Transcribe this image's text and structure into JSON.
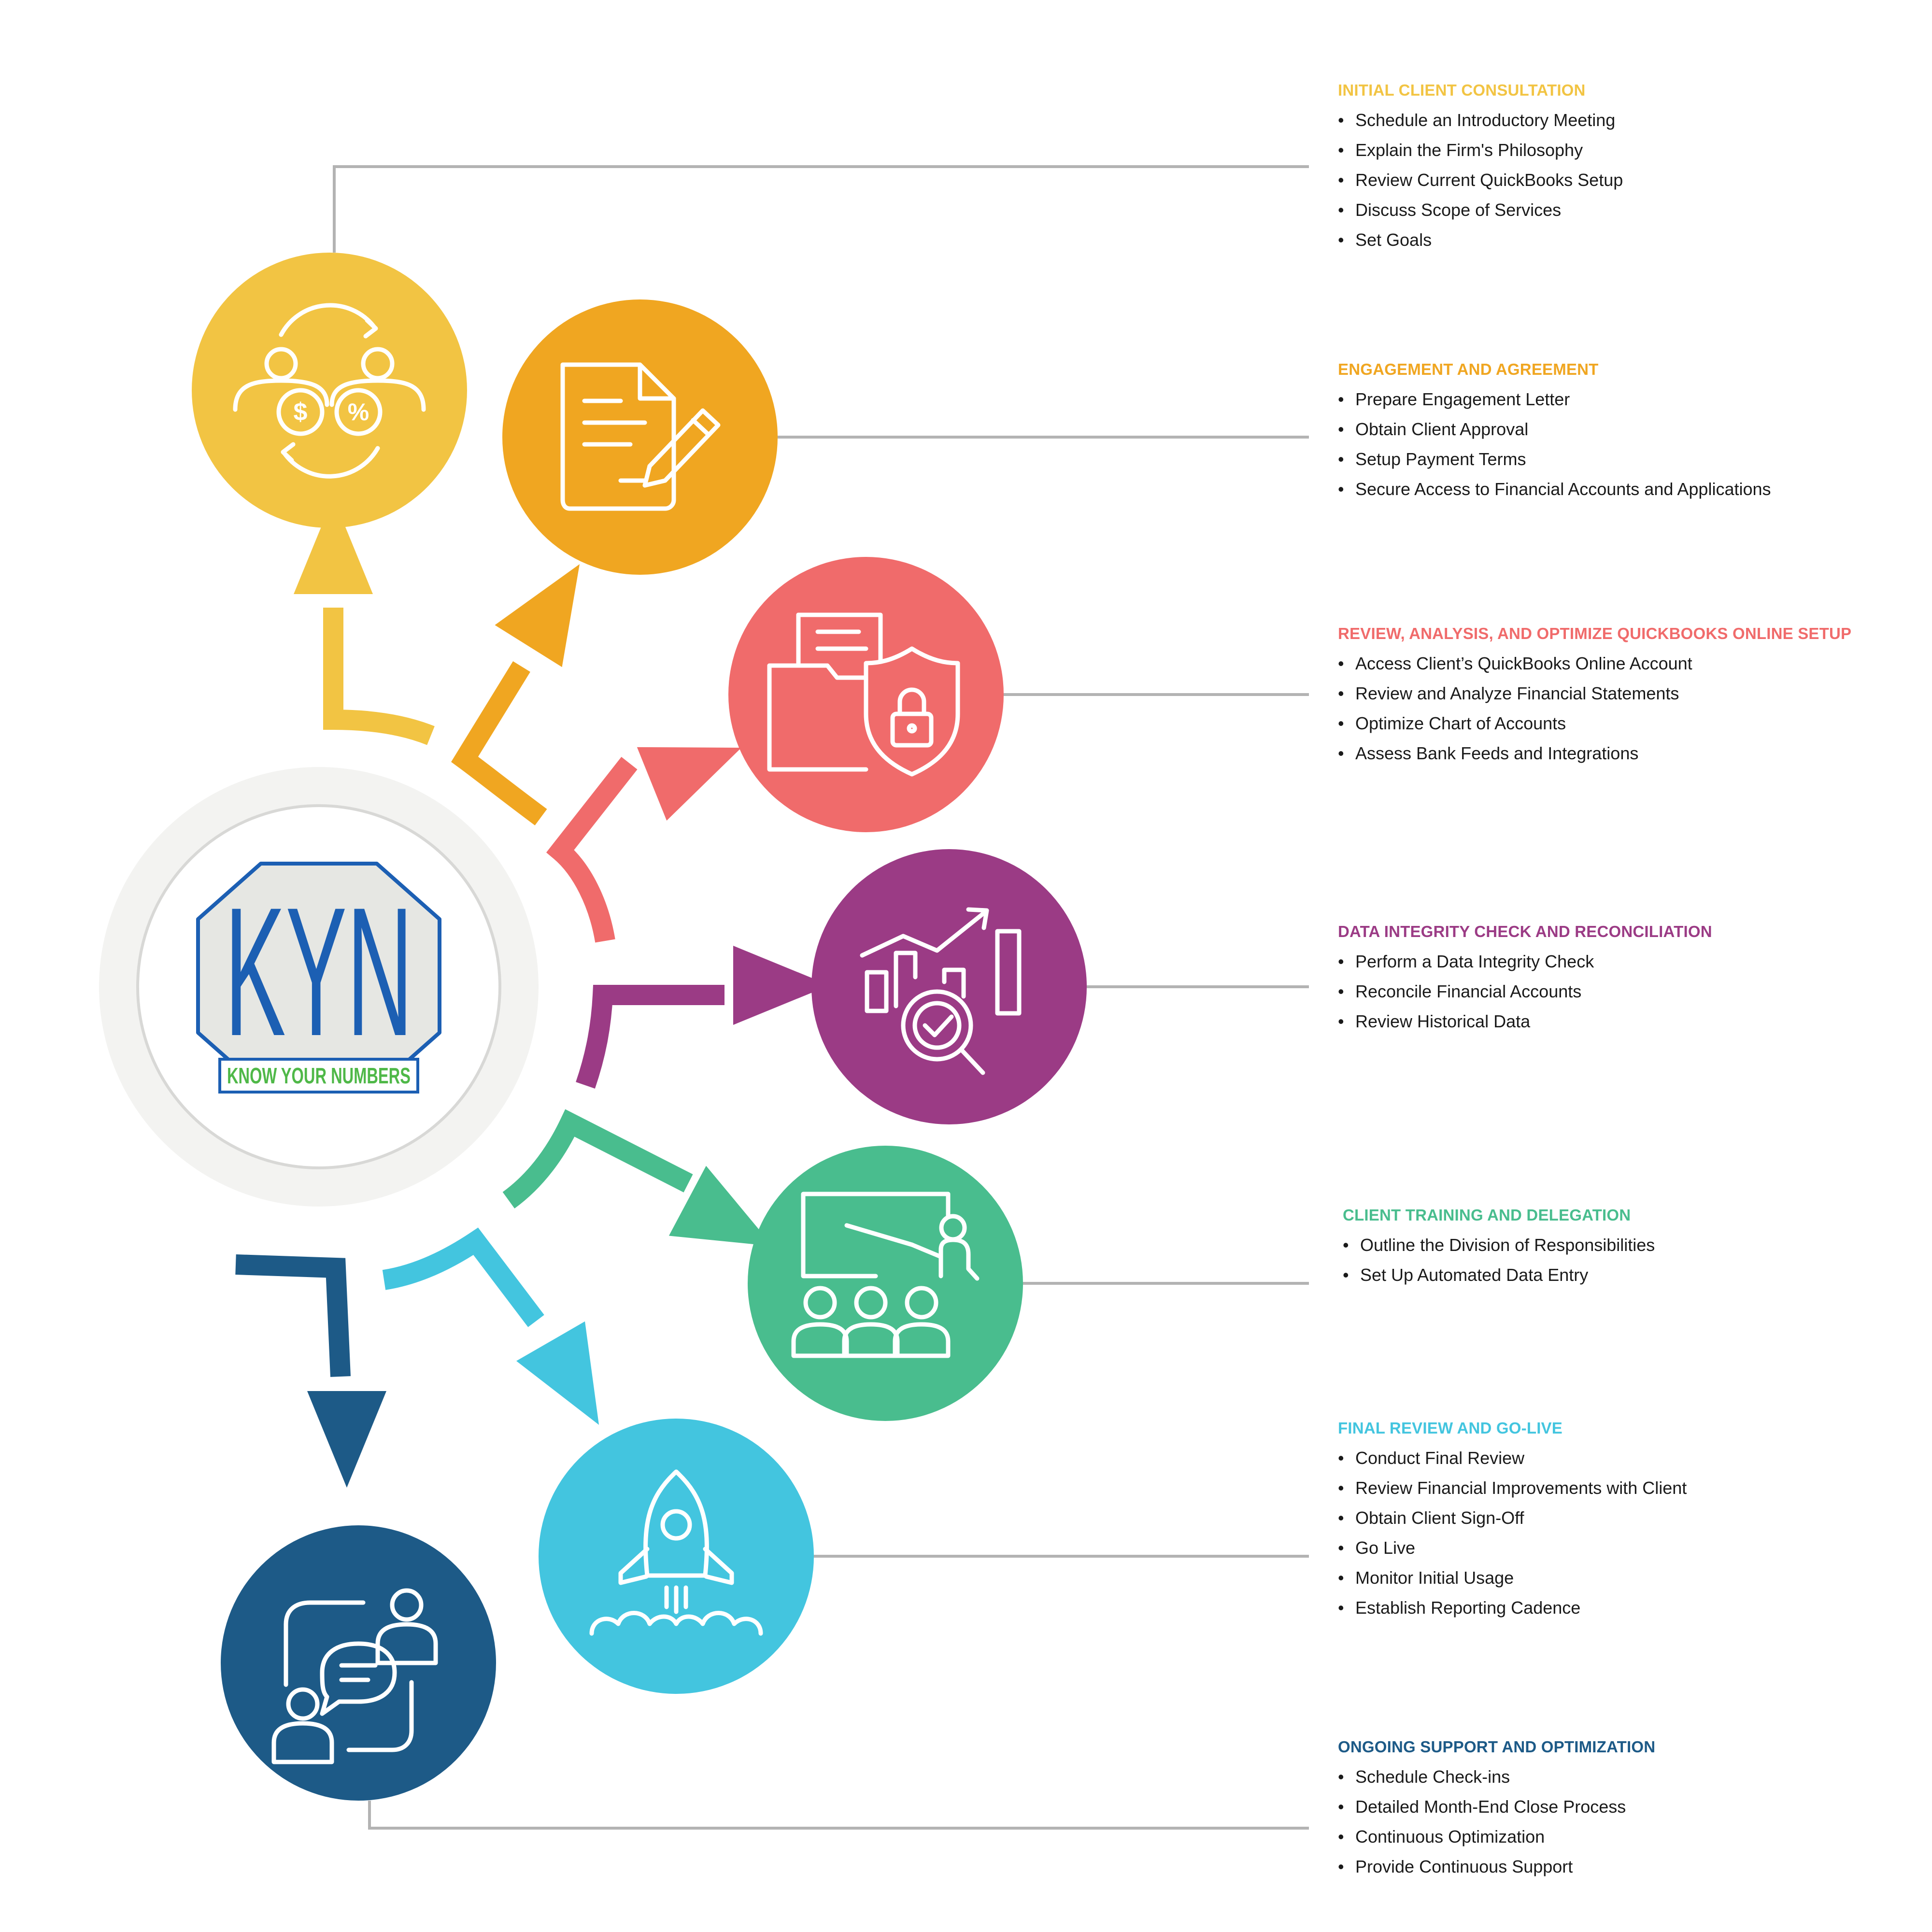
{
  "logo": {
    "letters": "KYN",
    "tagline": "KNOW YOUR NUMBERS",
    "colors": {
      "letters": "#1c5fb3",
      "tagline": "#4fb848",
      "border": "#1c5fb3",
      "fill": "#e6e7e3"
    }
  },
  "steps": [
    {
      "id": "initial-consultation",
      "title": "INITIAL CLIENT CONSULTATION",
      "color": "#f2c443",
      "icon": "people-exchange-dollar-percent-icon",
      "items": [
        "Schedule an Introductory Meeting",
        "Explain the Firm's Philosophy",
        "Review Current QuickBooks Setup",
        "Discuss Scope of Services",
        "Set Goals"
      ]
    },
    {
      "id": "engagement-agreement",
      "title": "ENGAGEMENT AND AGREEMENT",
      "color": "#f0a621",
      "icon": "document-pen-icon",
      "items": [
        "Prepare Engagement Letter",
        "Obtain Client Approval",
        "Setup Payment Terms",
        "Secure Access to Financial Accounts and Applications"
      ]
    },
    {
      "id": "review-analysis",
      "title": "REVIEW, ANALYSIS, AND OPTIMIZE QUICKBOOKS ONLINE SETUP",
      "color": "#f06b6b",
      "icon": "folder-shield-lock-icon",
      "items": [
        "Access Client’s QuickBooks Online Account",
        "Review and Analyze Financial Statements",
        "Optimize Chart of Accounts",
        "Assess Bank Feeds and Integrations"
      ]
    },
    {
      "id": "data-integrity",
      "title": "DATA INTEGRITY CHECK AND RECONCILIATION",
      "color": "#9b3b85",
      "icon": "chart-magnifier-check-icon",
      "items": [
        "Perform a Data Integrity Check",
        "Reconcile Financial Accounts",
        "Review Historical Data"
      ]
    },
    {
      "id": "client-training",
      "title": "CLIENT TRAINING AND DELEGATION",
      "color": "#49bd8e",
      "icon": "presenter-audience-icon",
      "items": [
        "Outline the Division of Responsibilities",
        "Set Up Automated Data Entry"
      ]
    },
    {
      "id": "final-review",
      "title": "FINAL REVIEW AND GO-LIVE",
      "color": "#43c5df",
      "icon": "rocket-launch-icon",
      "items": [
        "Conduct Final Review",
        "Review Financial Improvements with Client",
        "Obtain Client Sign-Off",
        "Go Live",
        "Monitor Initial Usage",
        "Establish Reporting Cadence"
      ]
    },
    {
      "id": "ongoing-support",
      "title": "ONGOING SUPPORT AND OPTIMIZATION",
      "color": "#1d5a87",
      "icon": "two-people-chat-icon",
      "items": [
        "Schedule Check-ins",
        "Detailed Month-End Close Process",
        "Continuous Optimization",
        "Provide Continuous Support"
      ]
    }
  ]
}
